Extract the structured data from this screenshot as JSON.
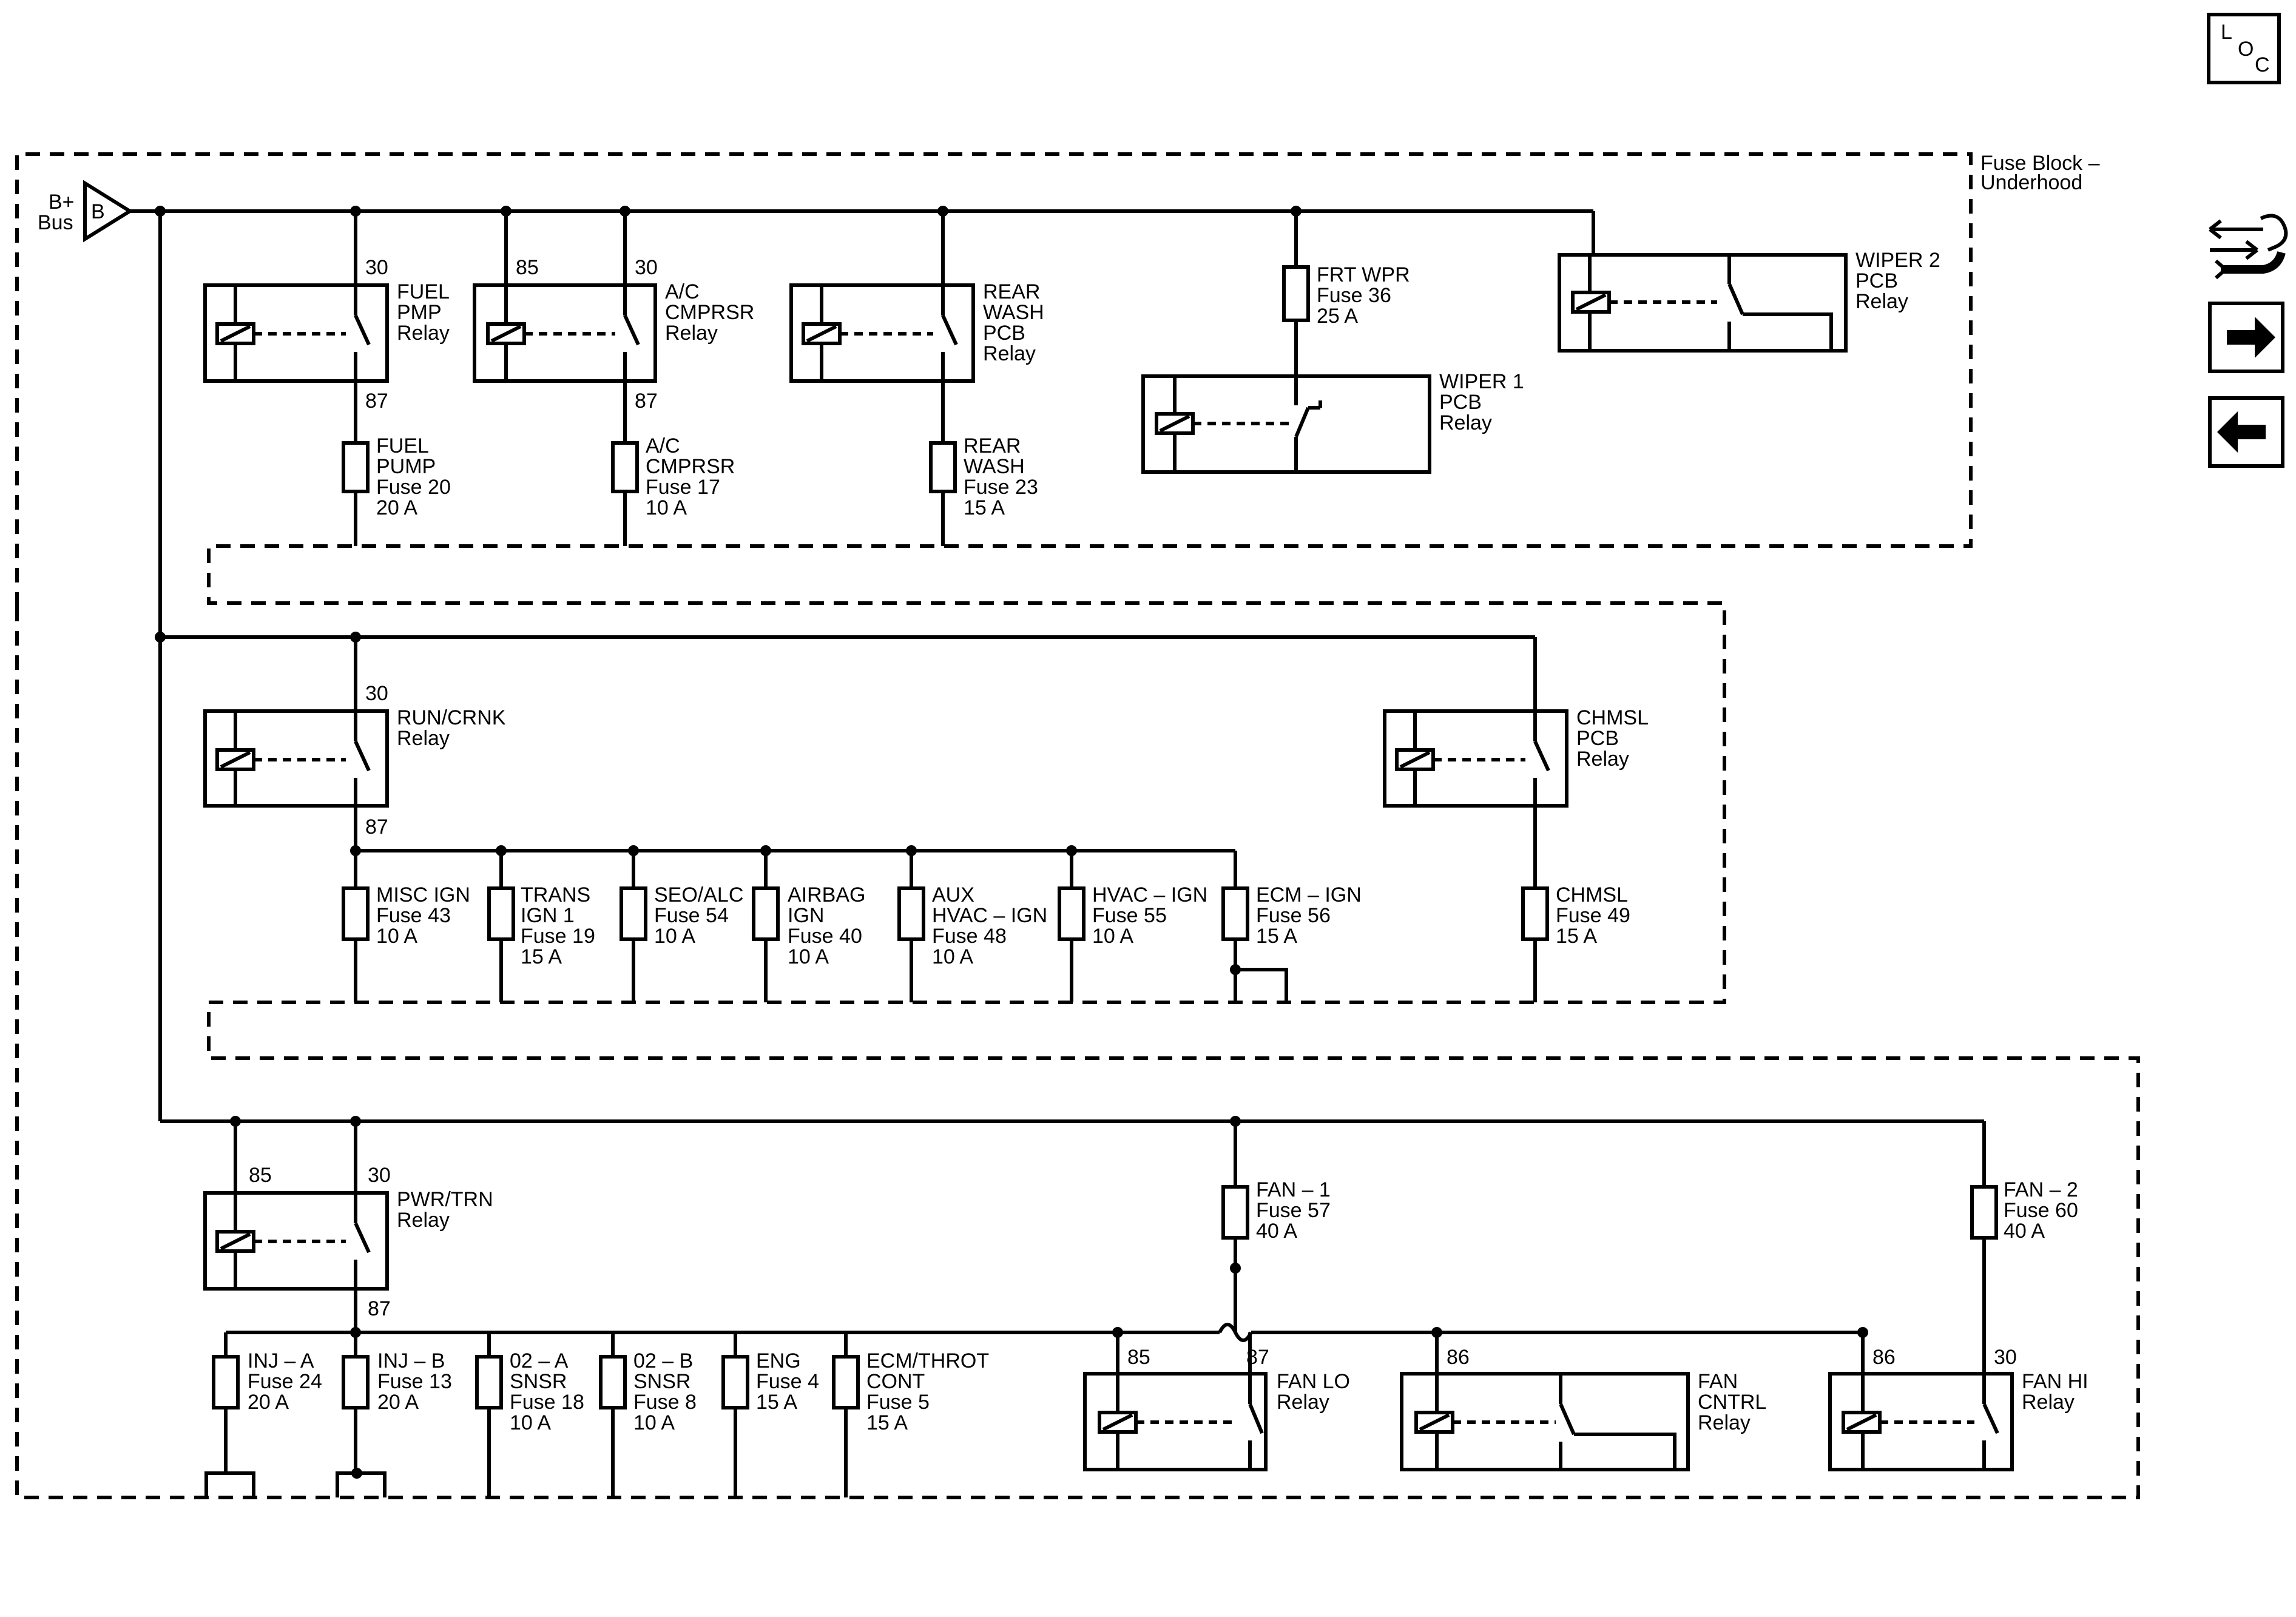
{
  "header": {
    "loc_l": "L",
    "loc_o": "O",
    "loc_c": "C",
    "block_title_1": "Fuse Block –",
    "block_title_2": "Underhood"
  },
  "nav": {
    "icons": [
      "tools-icon",
      "arrow-right-icon",
      "arrow-left-icon"
    ]
  },
  "bus": {
    "label_1": "B+",
    "label_2": "Bus",
    "symbol": "B"
  },
  "relays": {
    "fuel_pmp": {
      "lines": [
        "FUEL",
        "PMP",
        "Relay"
      ],
      "in": "30",
      "out": "87"
    },
    "ac_cmprsr": {
      "lines": [
        "A/C",
        "CMPRSR",
        "Relay"
      ],
      "coil": "85",
      "in": "30",
      "out": "87"
    },
    "rear_wash": {
      "lines": [
        "REAR",
        "WASH",
        "PCB",
        "Relay"
      ]
    },
    "wiper1": {
      "lines": [
        "WIPER 1",
        "PCB",
        "Relay"
      ]
    },
    "wiper2": {
      "lines": [
        "WIPER 2",
        "PCB",
        "Relay"
      ]
    },
    "run_crnk": {
      "lines": [
        "RUN/CRNK",
        "Relay"
      ],
      "in": "30",
      "out": "87"
    },
    "chmsl": {
      "lines": [
        "CHMSL",
        "PCB",
        "Relay"
      ]
    },
    "pwr_trn": {
      "lines": [
        "PWR/TRN",
        "Relay"
      ],
      "coil": "85",
      "in": "30",
      "out": "87"
    },
    "fan_lo": {
      "lines": [
        "FAN LO",
        "Relay"
      ],
      "coil": "85",
      "out": "87"
    },
    "fan_cntrl": {
      "lines": [
        "FAN",
        "CNTRL",
        "Relay"
      ],
      "coil": "86"
    },
    "fan_hi": {
      "lines": [
        "FAN HI",
        "Relay"
      ],
      "coil": "86",
      "in": "30"
    }
  },
  "fuses": {
    "fuel_pump": [
      "FUEL",
      "PUMP",
      "Fuse 20",
      "20 A"
    ],
    "ac_cmprsr": [
      "A/C",
      "CMPRSR",
      "Fuse 17",
      "10 A"
    ],
    "rear_wash": [
      "REAR",
      "WASH",
      "Fuse 23",
      "15 A"
    ],
    "frt_wpr": [
      "FRT WPR",
      "Fuse 36",
      "25 A"
    ],
    "misc_ign": [
      "MISC IGN",
      "Fuse 43",
      "10 A"
    ],
    "trans_ign": [
      "TRANS",
      "IGN 1",
      "Fuse 19",
      "15 A"
    ],
    "seo_alc": [
      "SEO/ALC",
      "Fuse 54",
      "10 A"
    ],
    "airbag": [
      "AIRBAG",
      "IGN",
      "Fuse 40",
      "10 A"
    ],
    "aux_hvac": [
      "AUX",
      "HVAC – IGN",
      "Fuse 48",
      "10 A"
    ],
    "hvac_ign": [
      "HVAC – IGN",
      "Fuse 55",
      "10 A"
    ],
    "ecm_ign": [
      "ECM – IGN",
      "Fuse 56",
      "15 A"
    ],
    "chmsl": [
      "CHMSL",
      "Fuse 49",
      "15 A"
    ],
    "fan1": [
      "FAN – 1",
      "Fuse 57",
      "40 A"
    ],
    "fan2": [
      "FAN – 2",
      "Fuse 60",
      "40 A"
    ],
    "inj_a": [
      "INJ – A",
      "Fuse 24",
      "20 A"
    ],
    "inj_b": [
      "INJ – B",
      "Fuse 13",
      "20 A"
    ],
    "o2a": [
      "02 – A",
      "SNSR",
      "Fuse 18",
      "10 A"
    ],
    "o2b": [
      "02 – B",
      "SNSR",
      "Fuse 8",
      "10 A"
    ],
    "eng": [
      "ENG",
      "Fuse 4",
      "15 A"
    ],
    "ecm_throt": [
      "ECM/THROT",
      "CONT",
      "Fuse 5",
      "15 A"
    ]
  }
}
